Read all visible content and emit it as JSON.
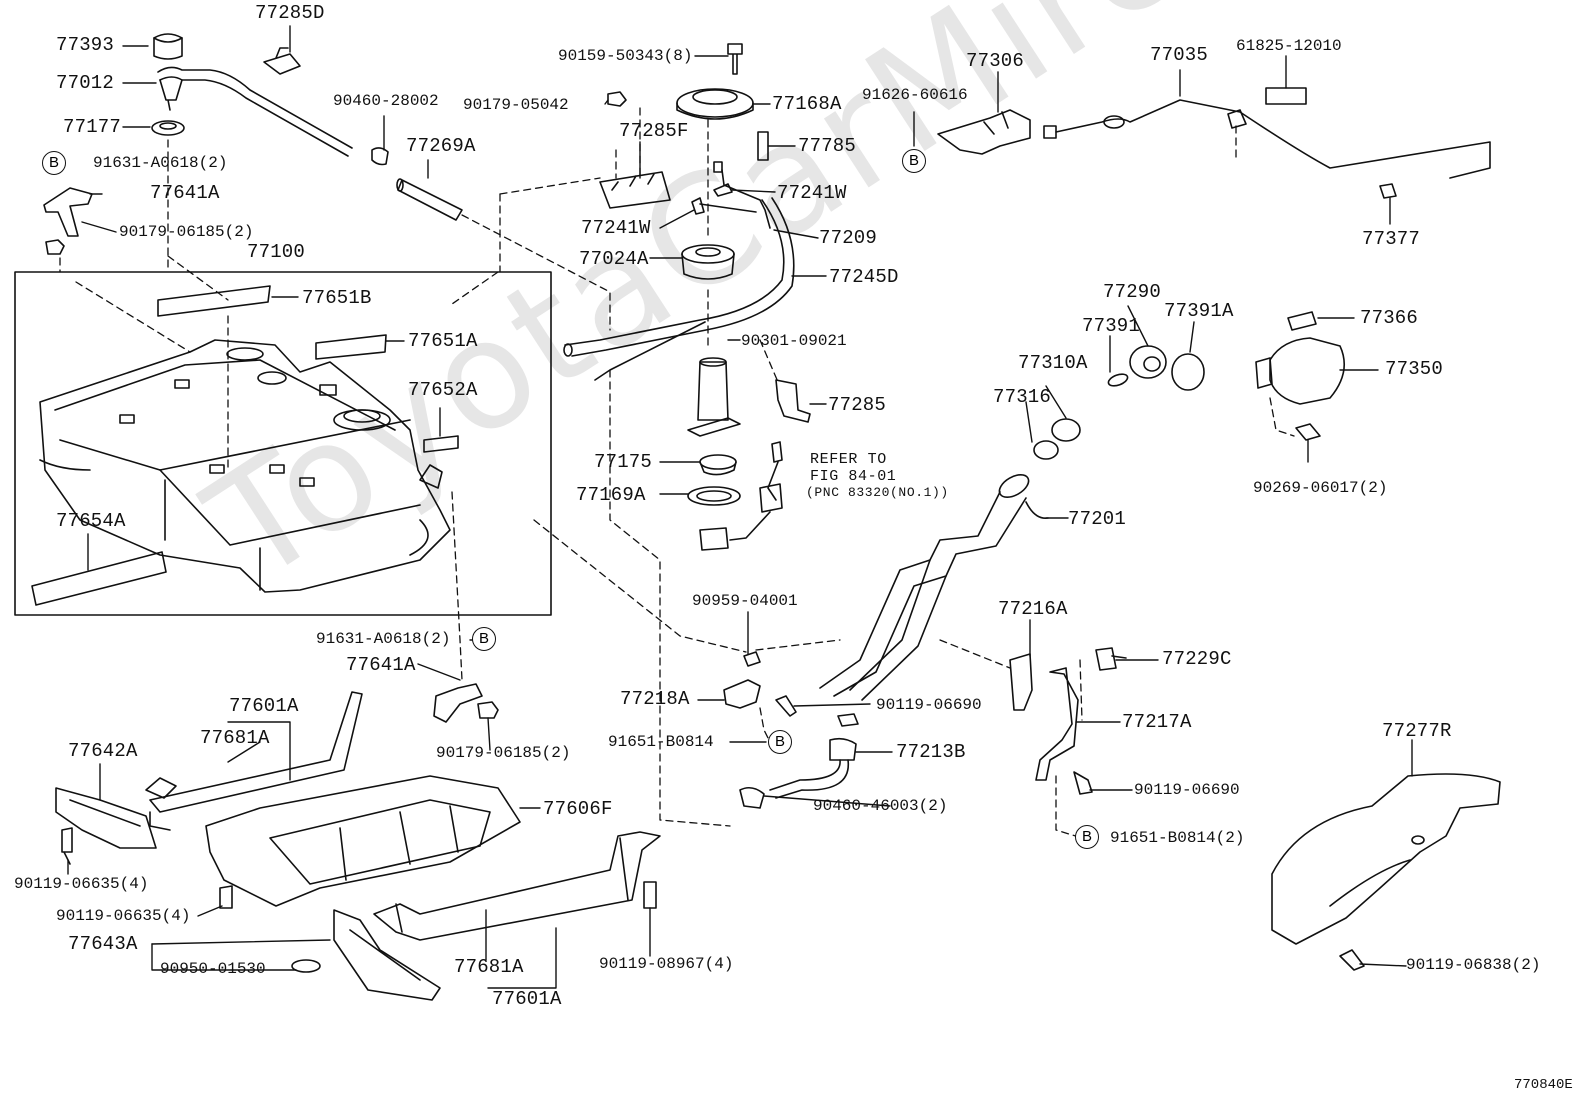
{
  "watermark": "ToyotaCarMire.ru",
  "figure_code": "770840E",
  "refer_note": {
    "line1": "REFER TO",
    "line2": "FIG 84-01",
    "line3": "(PNC 83320(NO.1))"
  },
  "callout_letter": "B",
  "parts": {
    "p77393": "77393",
    "p77285D": "77285D",
    "p77012": "77012",
    "p77177": "77177",
    "p91631_1": "91631-A0618(2)",
    "p77641A_1": "77641A",
    "p90179_1": "90179-06185(2)",
    "p77100": "77100",
    "p90460_1": "90460-28002",
    "p77269A": "77269A",
    "p90159": "90159-50343(8)",
    "p90179_05042": "90179-05042",
    "p77285F": "77285F",
    "p77168A": "77168A",
    "p77785": "77785",
    "p77241W_1": "77241W",
    "p77241W_2": "77241W",
    "p77209": "77209",
    "p77024A": "77024A",
    "p77245D": "77245D",
    "p90301": "90301-09021",
    "p77285": "77285",
    "p77175": "77175",
    "p77169A": "77169A",
    "p77651B": "77651B",
    "p77651A": "77651A",
    "p77652A": "77652A",
    "p77654A": "77654A",
    "p77306": "77306",
    "p91626": "91626-60616",
    "p77035": "77035",
    "p61825": "61825-12010",
    "p77377": "77377",
    "p77290": "77290",
    "p77391": "77391",
    "p77391A": "77391A",
    "p77310A": "77310A",
    "p77316": "77316",
    "p77366": "77366",
    "p77350": "77350",
    "p90269": "90269-06017(2)",
    "p77201": "77201",
    "p90959": "90959-04001",
    "p77218A": "77218A",
    "p90119_06690_1": "90119-06690",
    "p91651_1": "91651-B0814",
    "p77213B": "77213B",
    "p90460_2": "90460-46003(2)",
    "p77216A": "77216A",
    "p77229C": "77229C",
    "p77217A": "77217A",
    "p90119_06690_2": "90119-06690",
    "p91651_2": "91651-B0814(2)",
    "p77277R": "77277R",
    "p90119_06838": "90119-06838(2)",
    "p91631_2": "91631-A0618(2)",
    "p77641A_2": "77641A",
    "p90179_2": "90179-06185(2)",
    "p77601A_1": "77601A",
    "p77681A_1": "77681A",
    "p77642A": "77642A",
    "p77606F": "77606F",
    "p90119_06635_1": "90119-06635(4)",
    "p90119_06635_2": "90119-06635(4)",
    "p77643A": "77643A",
    "p90950": "90950-01530",
    "p77681A_2": "77681A",
    "p77601A_2": "77601A",
    "p90119_08967": "90119-08967(4)"
  }
}
